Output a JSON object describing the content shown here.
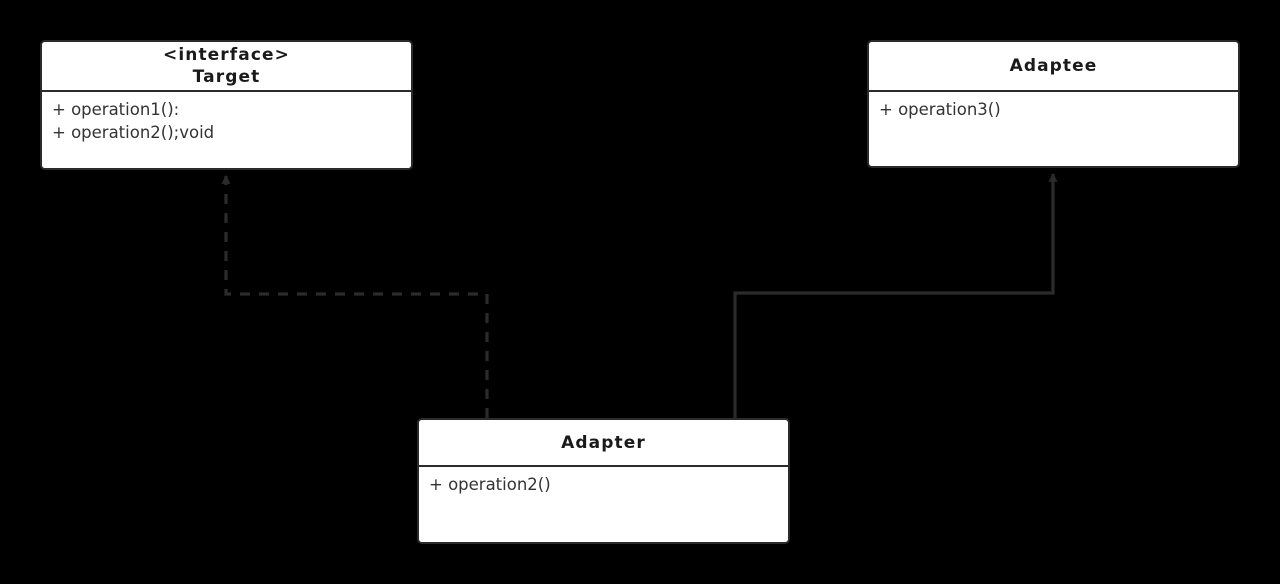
{
  "diagram": {
    "type": "uml-class-diagram",
    "pattern": "Adapter",
    "background_color": "#000000",
    "box_fill_color": "#ffffff",
    "border_color": "#2b2b2b",
    "line_color": "#2b2b2b",
    "text_color": "#333333"
  },
  "classes": {
    "target": {
      "stereotype": "<interface>",
      "name": "Target",
      "members": [
        "+ operation1():",
        "+ operation2();void"
      ]
    },
    "adaptee": {
      "stereotype": "",
      "name": "Adaptee",
      "members": [
        "+ operation3()"
      ]
    },
    "adapter": {
      "stereotype": "",
      "name": "Adapter",
      "members": [
        "+ operation2()"
      ]
    }
  },
  "relations": [
    {
      "name": "realization",
      "from": "Adapter",
      "to": "Target",
      "line_style": "dashed",
      "arrowhead": "closed-triangle"
    },
    {
      "name": "association",
      "from": "Adapter",
      "to": "Adaptee",
      "line_style": "solid",
      "arrowhead": "closed-triangle"
    }
  ]
}
